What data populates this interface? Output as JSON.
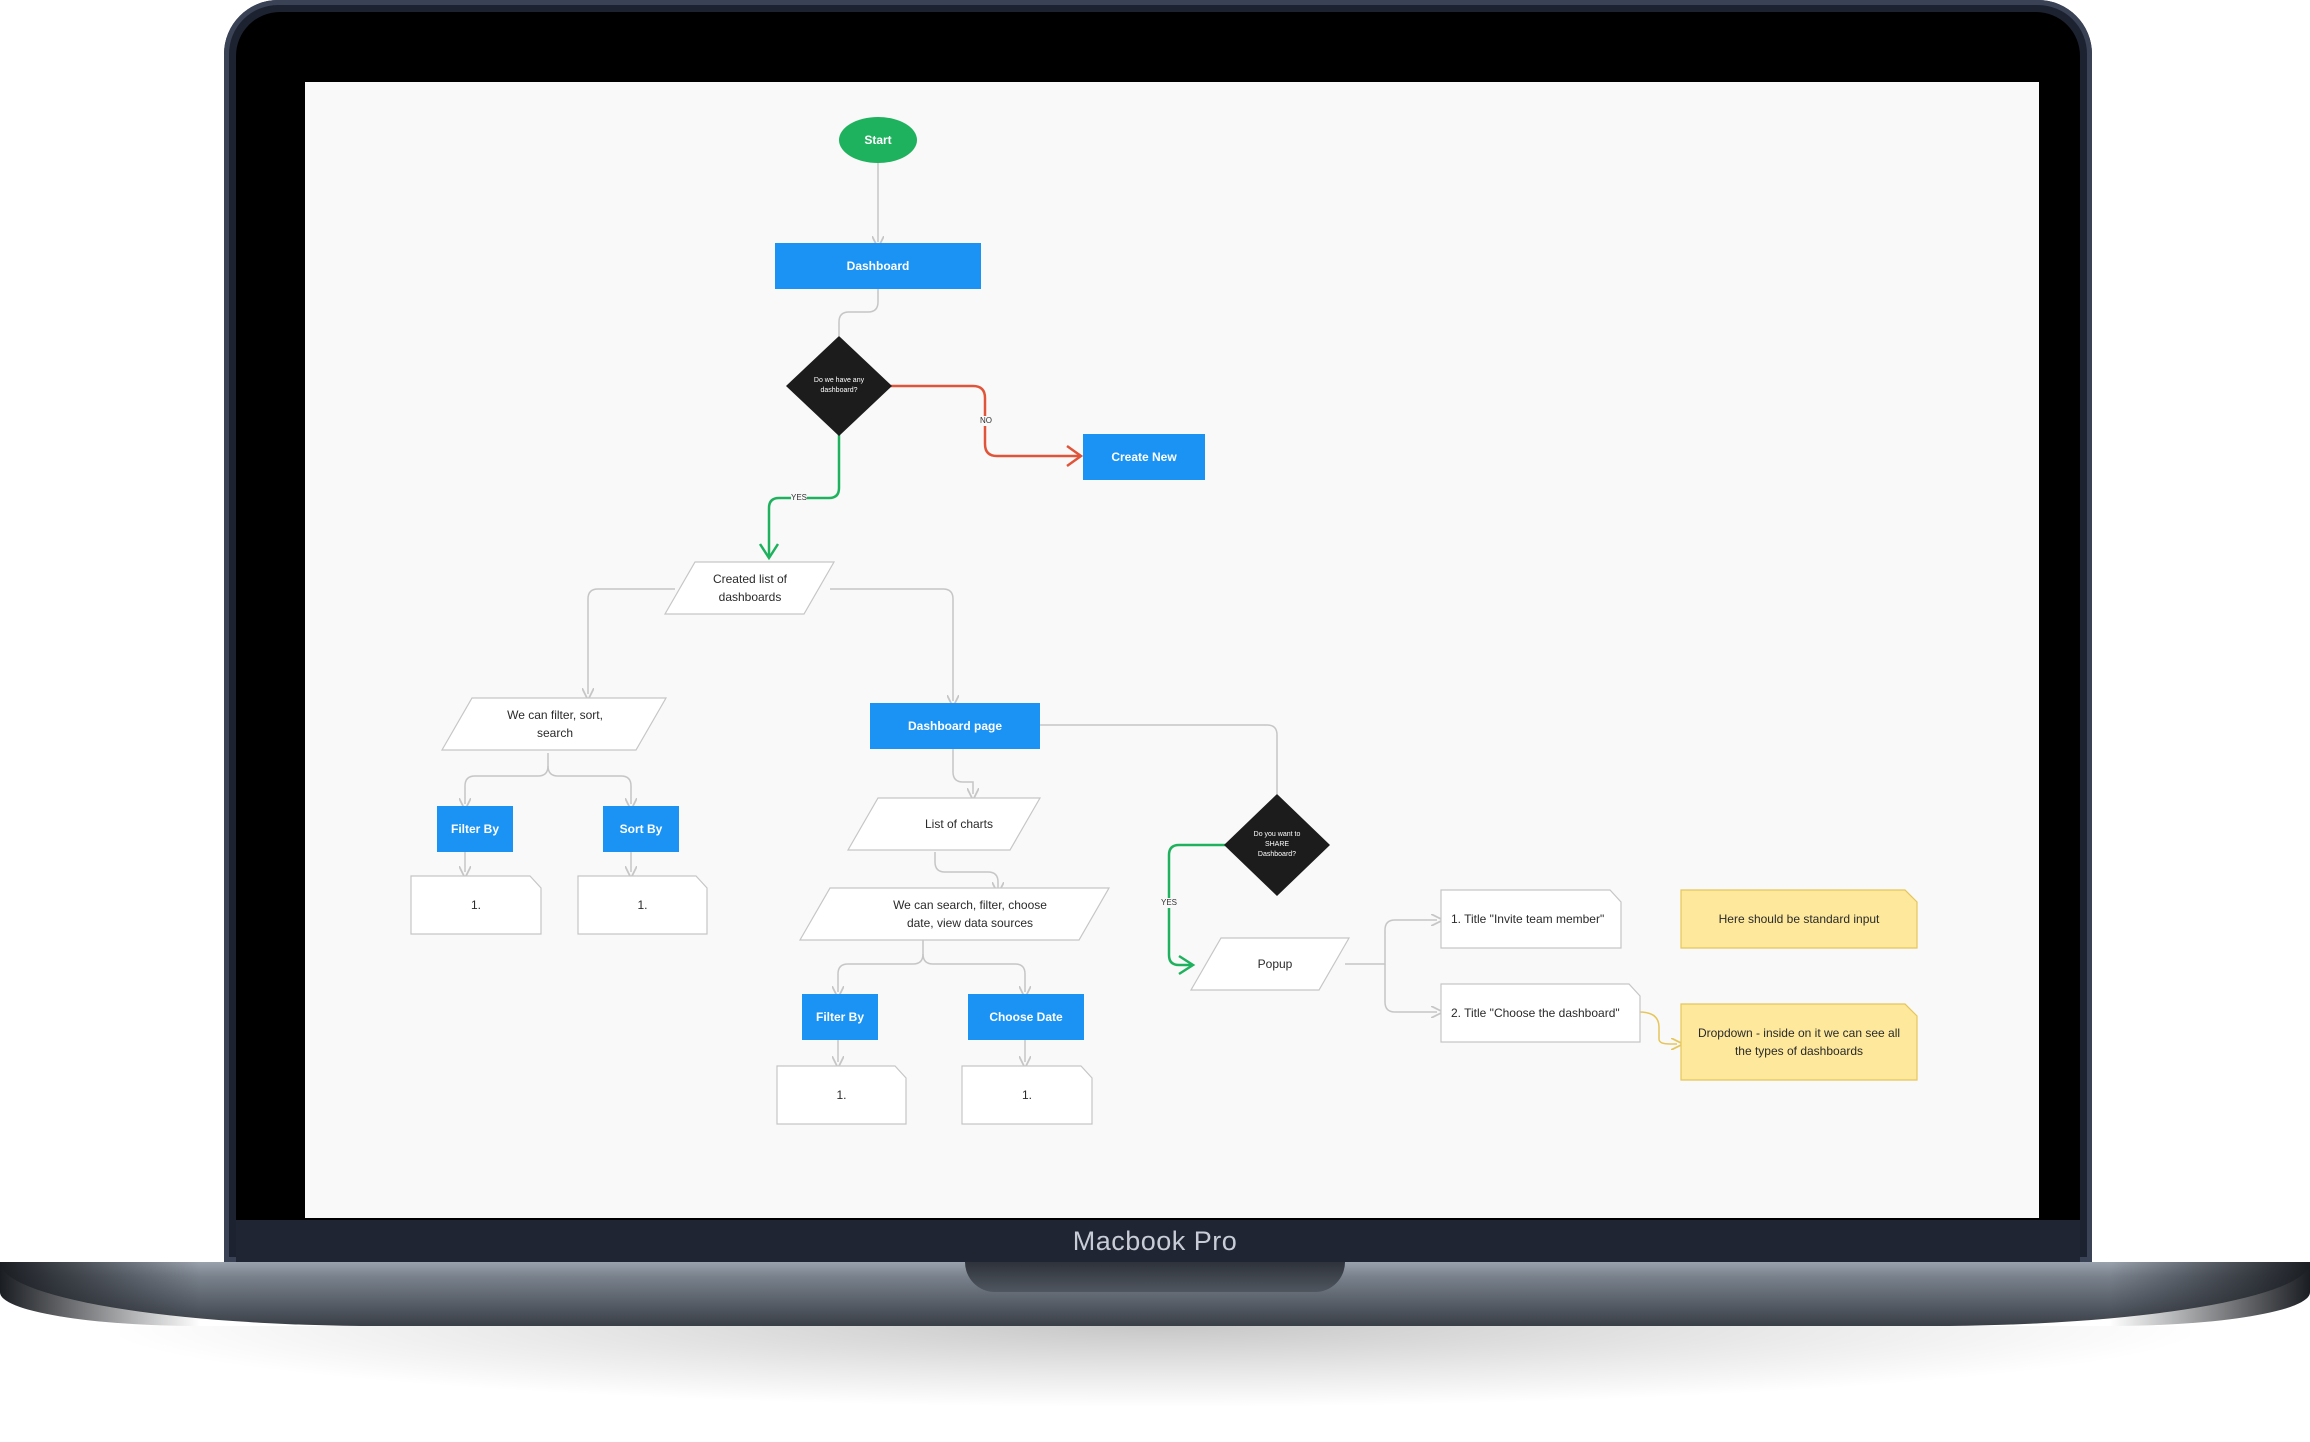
{
  "device": {
    "brand_label": "Macbook Pro"
  },
  "flowchart": {
    "start": "Start",
    "dashboard": "Dashboard",
    "decision_any": "Do we have any dashboard?",
    "edge_no": "NO",
    "edge_yes": "YES",
    "create_new": "Create New",
    "created_list": "Created list of dashboards",
    "filter_sort_search": "We can filter, sort, search",
    "filter_by_1": "Filter By",
    "sort_by": "Sort By",
    "doc_filter_1": "1.",
    "doc_sort": "1.",
    "dashboard_page": "Dashboard page",
    "list_of_charts": "List of charts",
    "search_filter_date": "We can search, filter, choose date, view data sources",
    "filter_by_2": "Filter By",
    "choose_date": "Choose Date",
    "doc_filter_2": "1.",
    "doc_date": "1.",
    "decision_share": "Do you want to SHARE Dashboard?",
    "edge_yes_share": "YES",
    "popup": "Popup",
    "invite_title": "1. Title \"Invite team member\"",
    "choose_title": "2. Title \"Choose the dashboard\"",
    "note_input": "Here should be standard input",
    "note_dropdown": "Dropdown - inside on it we can see all the types of dashboards"
  },
  "colors": {
    "primary_blue": "#1a93f5",
    "start_green": "#1fb25e",
    "decision_black": "#1c1c1c",
    "yes_edge": "#1fb25e",
    "no_edge": "#e0553a",
    "note_yellow": "#fde89c",
    "connector_gray": "#c6c6c6"
  }
}
